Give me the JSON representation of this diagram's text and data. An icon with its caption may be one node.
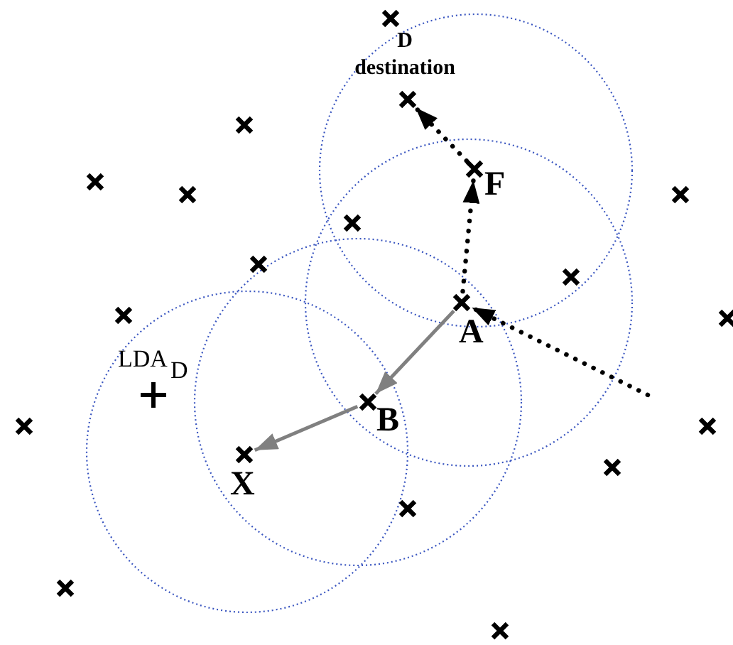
{
  "diagram": {
    "nodes": [
      {
        "text": [],
        "shape": "cross"
      },
      {
        "text": [
          "D",
          "destination"
        ]
      },
      {
        "text": [],
        "shape": "cross"
      },
      {
        "text": [
          "F"
        ]
      },
      {
        "text": [],
        "shape": "cross"
      },
      {
        "text": [],
        "shape": "cross"
      },
      {
        "text": [],
        "shape": "cross"
      },
      {
        "text": [],
        "shape": "cross"
      },
      {
        "text": [],
        "shape": "cross"
      },
      {
        "text": [],
        "shape": "cross"
      },
      {
        "text": [
          "A"
        ]
      },
      {
        "text": [],
        "shape": "cross"
      },
      {
        "text": [],
        "shape": "cross"
      },
      {
        "text": [
          "LDA$_{D}$"
        ]
      },
      {
        "text": [
          "B"
        ]
      },
      {
        "text": [],
        "shape": "cross"
      },
      {
        "text": [],
        "shape": "cross"
      },
      {
        "text": [
          "X"
        ]
      },
      {
        "text": [],
        "shape": "cross"
      },
      {
        "text": [],
        "shape": "cross"
      },
      {
        "text": [],
        "shape": "cross"
      },
      {
        "text": [],
        "shape": "cross"
      }
    ],
    "edges": [
      {
        "from": 10,
        "to": 3,
        "arrow": "to",
        "style": "dashed"
      },
      {
        "from": 3,
        "to": 1,
        "arrow": "to",
        "style": "dashed"
      },
      {
        "from": null,
        "to": 10,
        "arrow": "to",
        "style": "dashed"
      },
      {
        "from": 10,
        "to": 14,
        "arrow": "to",
        "color": "#808080"
      },
      {
        "from": 14,
        "to": 17,
        "arrow": "to",
        "color": "#808080"
      }
    ]
  }
}
